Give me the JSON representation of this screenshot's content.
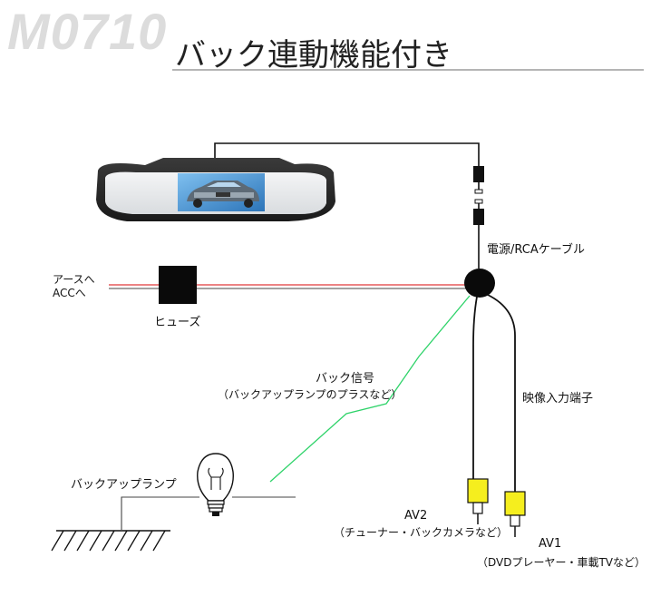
{
  "header": {
    "model": "M0710",
    "title": "バック連動機能付き"
  },
  "labels": {
    "power_cable": "電源/RCAケーブル",
    "ground": "アースへ",
    "acc": "ACCへ",
    "fuse": "ヒューズ",
    "reverse_signal": "バック信号",
    "reverse_signal_note": "（バックアップランプのプラスなど）",
    "backup_lamp": "バックアップランプ",
    "video_input": "映像入力端子",
    "av2": "AV2",
    "av2_note": "（チューナー・バックカメラなど）",
    "av1": "AV1",
    "av1_note": "（DVDプレーヤー・車載TVなど）"
  },
  "colors": {
    "wire_red": "#e0393b",
    "wire_green": "#2fd36a",
    "wire_black": "#111111",
    "rca_yellow": "#f5ee1e",
    "screen_blue": "#3a8fd6"
  }
}
